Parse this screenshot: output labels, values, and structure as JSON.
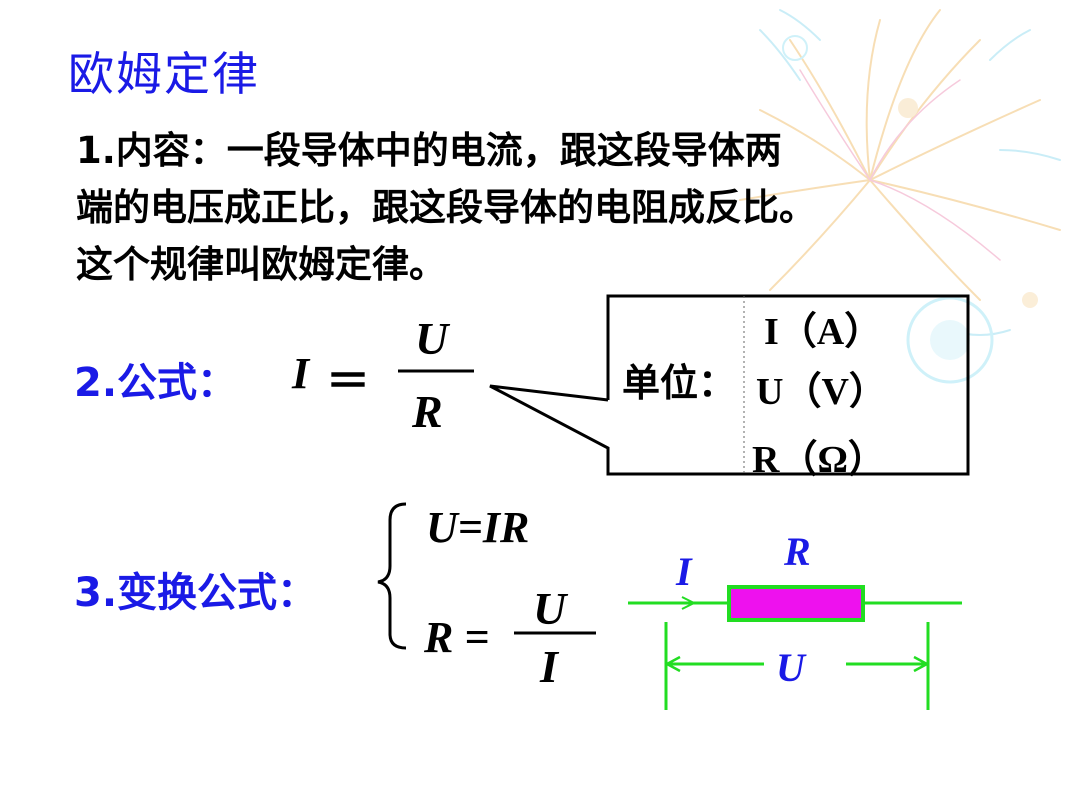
{
  "slide": {
    "title": "欧姆定律",
    "content": {
      "lines": [
        "1.内容：一段导体中的电流，跟这段导体两",
        "端的电压成正比，跟这段导体的电阻成反比。",
        "这个规律叫欧姆定律。"
      ]
    },
    "formula": {
      "label": "2.公式：",
      "lhs": "I",
      "equals": "＝",
      "numerator": "U",
      "denominator": "R"
    },
    "units": {
      "label": "单位：",
      "items": [
        "I（A）",
        "U（V）",
        "R（Ω）"
      ]
    },
    "transform": {
      "label": "3.变换公式：",
      "formula1": "U=IR",
      "formula2_lhs": "R =",
      "formula2_num": "U",
      "formula2_den": "I"
    },
    "circuit": {
      "current_label": "I",
      "resistor_label": "R",
      "voltage_label": "U",
      "wire_color": "#22dd22",
      "resistor_color": "#ee11ee",
      "label_color": "#1a1ae6"
    }
  }
}
